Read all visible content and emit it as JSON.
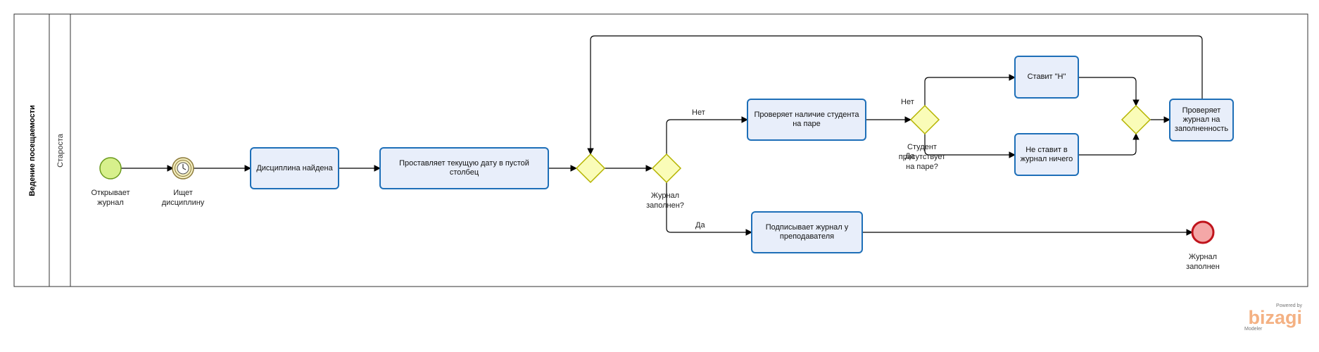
{
  "pool": {
    "title": "Ведение посещаемости"
  },
  "lane": {
    "title": "Староста"
  },
  "events": {
    "start": {
      "label_line1": "Открывает",
      "label_line2": "журнал"
    },
    "timer": {
      "label_line1": "Ищет",
      "label_line2": "дисциплину"
    },
    "end": {
      "label_line1": "Журнал",
      "label_line2": "заполнен"
    }
  },
  "tasks": {
    "discipline_found": "Дисциплина найдена",
    "set_date": "Проставляет текущую дату в пустой столбец",
    "check_presence": "Проверяет наличие студента на паре",
    "mark_absent": "Ставит  \"Н\"",
    "no_mark": "Не ставит в журнал ничего",
    "check_journal": "Проверяет журнал на заполненность",
    "sign_journal": "Подписывает журнал у преподавателя"
  },
  "gateways": {
    "journal_filled": {
      "label_line1": "Журнал",
      "label_line2": "заполнен?"
    },
    "student_present": {
      "label_line1": "Студент",
      "label_line2": "присутствует",
      "label_line3": "на паре?"
    }
  },
  "flows": {
    "no_journal": "Нет",
    "yes_journal": "Да",
    "no_student": "Нет",
    "yes_student": "Да"
  },
  "branding": {
    "powered_by": "Powered by",
    "brand": "bizagi",
    "product": "Modeler"
  },
  "colors": {
    "task_fill": "#e8eefa",
    "task_stroke": "#1e6fb8",
    "gateway_fill": "#fafcb8",
    "gateway_stroke": "#b5b400",
    "start_fill": "#d7f08c",
    "start_stroke": "#6a9a1c",
    "end_fill": "#f4a7a7",
    "end_stroke": "#c0141c",
    "timer_fill": "#f3eec0",
    "timer_stroke": "#8c7a3a",
    "brand_color": "#f4b183"
  }
}
